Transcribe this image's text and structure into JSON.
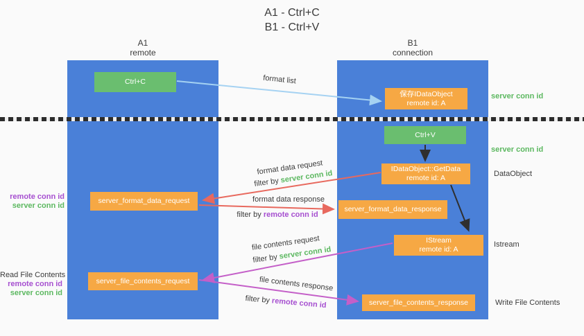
{
  "title": {
    "line1": "A1 - Ctrl+C",
    "line2": "B1 - Ctrl+V"
  },
  "lanes": {
    "left": {
      "name": "A1",
      "role": "remote"
    },
    "right": {
      "name": "B1",
      "role": "connection"
    }
  },
  "nodes": {
    "ctrl_c": {
      "label": "Ctrl+C"
    },
    "save_dataobject": {
      "line1": "保存IDataObject",
      "line2": "remote id: A"
    },
    "ctrl_v": {
      "label": "Ctrl+V"
    },
    "getdata": {
      "line1": "IDataObject::GetData",
      "line2": "remote id: A"
    },
    "format_request": {
      "label": "server_format_data_request"
    },
    "format_response": {
      "label": "server_format_data_response"
    },
    "istream": {
      "line1": "IStream",
      "line2": "remote id: A"
    },
    "file_request": {
      "label": "server_file_contents_request"
    },
    "file_response": {
      "label": "server_file_contents_response"
    }
  },
  "annotations": {
    "server_conn_id_top": "server conn id",
    "server_conn_id_mid": "server conn id",
    "dataobject": "DataObject",
    "istream": "Istream",
    "write_file_contents": "Write File Contents",
    "read_file_contents": "Read File Contents",
    "remote_conn_id_1": "remote conn id",
    "server_conn_id_1": "server conn id",
    "remote_conn_id_2": "remote conn id",
    "server_conn_id_2": "server conn id"
  },
  "edges": {
    "format_list": {
      "label": "format list"
    },
    "format_data_request": {
      "label": "format data request",
      "filter_prefix": "filter by ",
      "filter_key": "server conn id"
    },
    "format_data_response": {
      "label": "format data response",
      "filter_prefix": "filter by ",
      "filter_key": "remote conn id"
    },
    "file_contents_request": {
      "label": "file contents request",
      "filter_prefix": "filter by ",
      "filter_key": "server conn id"
    },
    "file_contents_response": {
      "label": "file contents response",
      "filter_prefix": "filter by ",
      "filter_key": "remote conn id"
    }
  },
  "colors": {
    "lane_blue": "#4a80d8",
    "node_green": "#6abe6f",
    "node_orange": "#f6a844",
    "arrow_blue": "#a5d2f2",
    "arrow_red": "#e8695e",
    "arrow_magenta": "#c45fc8",
    "arrow_black": "#2f2f2f",
    "text_green": "#5cb860",
    "text_purple": "#a64fd0",
    "text_dark": "#3b3b3b"
  }
}
